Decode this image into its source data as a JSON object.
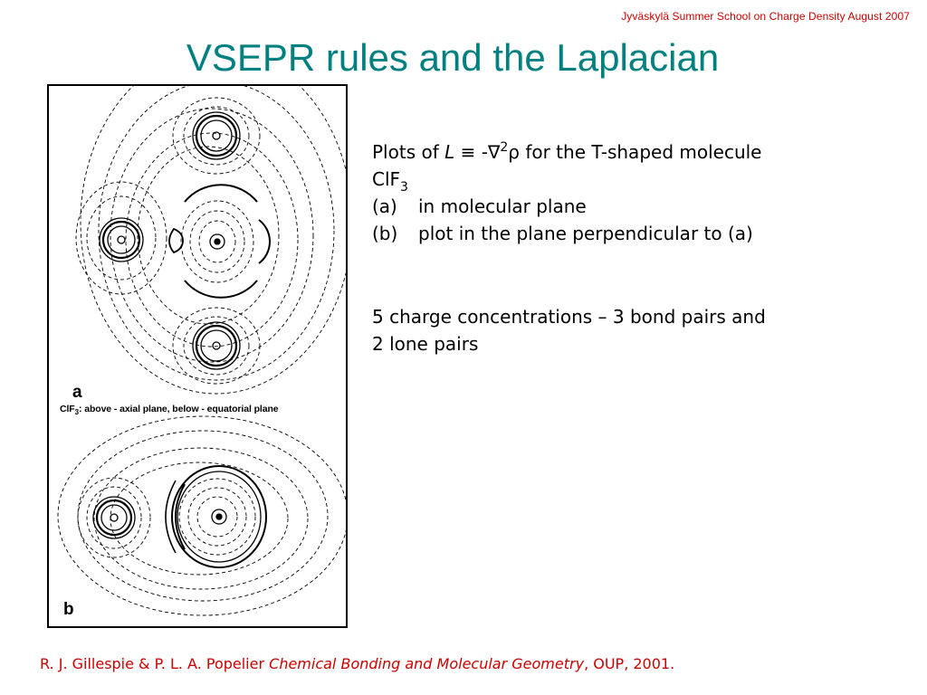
{
  "header_note": "Jyväskylä Summer School  on Charge Density August 2007",
  "title": "VSEPR rules and the Laplacian",
  "figure": {
    "label_a": "a",
    "label_b": "b",
    "caption_prefix": "ClF",
    "caption_sub": "3",
    "caption_rest": ": above - axial plane, below - equatorial plane"
  },
  "body": {
    "line1_prefix": "Plots of ",
    "line1_symbol_L": "L",
    "line1_symbols": " ≡ -∇",
    "line1_sup": "2",
    "line1_rho": "ρ",
    "line1_suffix": " for the T-shaped molecule",
    "line2_formula": "ClF",
    "line2_sub": "3",
    "items": [
      {
        "marker": "(a)",
        "text": "in molecular plane"
      },
      {
        "marker": "(b)",
        "text": "plot in the plane perpendicular to (a)"
      }
    ],
    "summary_line1": "5 charge concentrations – 3 bond pairs and",
    "summary_line2": "2 lone pairs"
  },
  "reference": {
    "authors": "R. J. Gillespie & P. L. A. Popelier ",
    "book": "Chemical Bonding and Molecular Geometry",
    "publisher": ", OUP, 2001."
  },
  "colors": {
    "title": "#008080",
    "header_note": "#cc0000",
    "reference": "#cc0000"
  }
}
